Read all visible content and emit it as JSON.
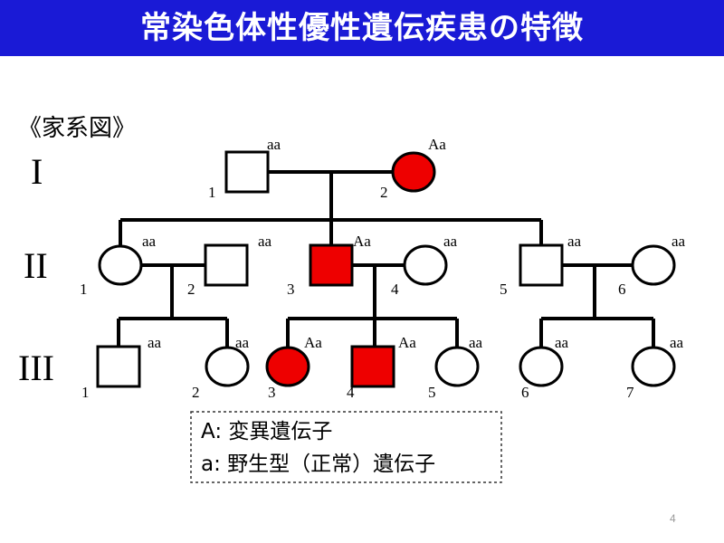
{
  "title": "常染色体性優性遺伝疾患の特徴",
  "section_label": "《家系図》",
  "generations": [
    "I",
    "II",
    "III"
  ],
  "individuals": [
    {
      "id": "I-1",
      "number": "1",
      "sex": "male",
      "affected": false,
      "genotype": "aa"
    },
    {
      "id": "I-2",
      "number": "2",
      "sex": "female",
      "affected": true,
      "genotype": "Aa"
    },
    {
      "id": "II-1",
      "number": "1",
      "sex": "female",
      "affected": false,
      "genotype": "aa"
    },
    {
      "id": "II-2",
      "number": "2",
      "sex": "male",
      "affected": false,
      "genotype": "aa"
    },
    {
      "id": "II-3",
      "number": "3",
      "sex": "male",
      "affected": true,
      "genotype": "Aa"
    },
    {
      "id": "II-4",
      "number": "4",
      "sex": "female",
      "affected": false,
      "genotype": "aa"
    },
    {
      "id": "II-5",
      "number": "5",
      "sex": "male",
      "affected": false,
      "genotype": "aa"
    },
    {
      "id": "II-6",
      "number": "6",
      "sex": "female",
      "affected": false,
      "genotype": "aa"
    },
    {
      "id": "III-1",
      "number": "1",
      "sex": "male",
      "affected": false,
      "genotype": "aa"
    },
    {
      "id": "III-2",
      "number": "2",
      "sex": "female",
      "affected": false,
      "genotype": "aa"
    },
    {
      "id": "III-3",
      "number": "3",
      "sex": "female",
      "affected": true,
      "genotype": "Aa"
    },
    {
      "id": "III-4",
      "number": "4",
      "sex": "male",
      "affected": true,
      "genotype": "Aa"
    },
    {
      "id": "III-5",
      "number": "5",
      "sex": "female",
      "affected": false,
      "genotype": "aa"
    },
    {
      "id": "III-6",
      "number": "6",
      "sex": "female",
      "affected": false,
      "genotype": "aa"
    },
    {
      "id": "III-7",
      "number": "7",
      "sex": "female",
      "affected": false,
      "genotype": "aa"
    }
  ],
  "legend": {
    "line1": "A: 変異遺伝子",
    "line2": "a: 野生型（正常）遺伝子"
  },
  "page_number": "4",
  "colors": {
    "title_bar": "#1a1ad6",
    "title_text": "#ffffff",
    "affected": "#ee0000",
    "line": "#000000"
  }
}
